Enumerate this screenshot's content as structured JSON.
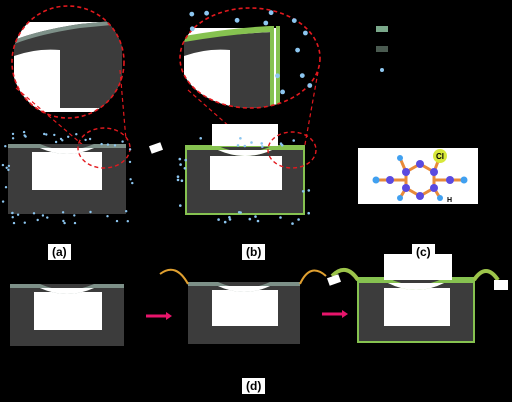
{
  "panels": {
    "a": {
      "label": "(a)"
    },
    "b": {
      "label": "(b)"
    },
    "c": {
      "label": "(c)",
      "atom_label": "Cl",
      "atom_label_2": "H"
    },
    "d": {
      "label": "(d)"
    }
  },
  "legend": {
    "swatch_colors": [
      "#7aa88a",
      "#4a5a50"
    ],
    "dot_color": "#8fc8f0"
  },
  "colors": {
    "substrate": "#3c3c3c",
    "cavity": "#ffffff",
    "grey_layer": "#7d9088",
    "green_layer": "#86c250",
    "dots": "#8cc6f0",
    "zoom_circle": "#e3191e",
    "arrow": "#e8156b",
    "wire": "#e0a030",
    "wire_green": "#9cc44a",
    "molecule_bond": "#e88a3a",
    "molecule_atom": "#5a4ae0",
    "molecule_cl": "#d7e83a",
    "molecule_h": "#40a0f0"
  }
}
